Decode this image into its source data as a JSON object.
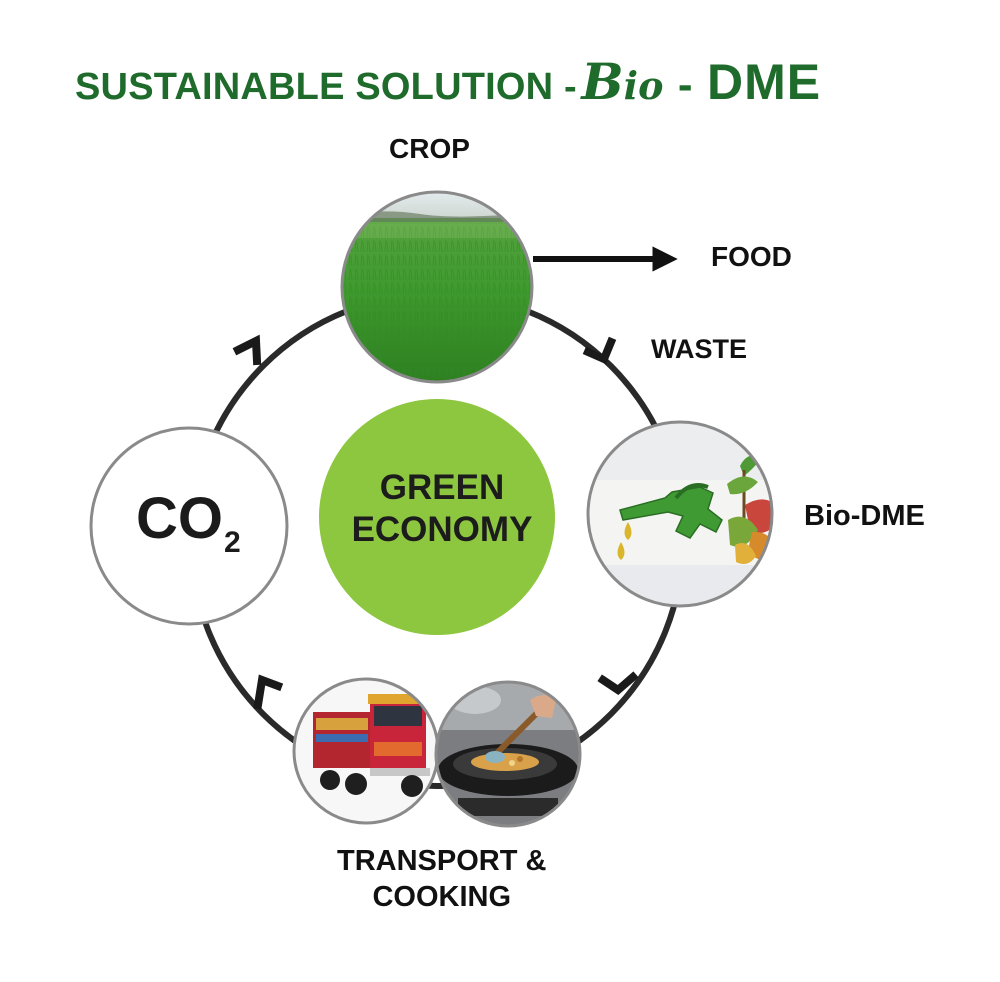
{
  "title": {
    "part1": "SUSTAINABLE SOLUTION -",
    "bio_b": "B",
    "bio_rest": "io",
    "sep": "-",
    "dme": "DME"
  },
  "center": {
    "line1": "GREEN",
    "line2": "ECONOMY"
  },
  "co2": {
    "main": "CO",
    "sub": "2"
  },
  "labels": {
    "crop": "CROP",
    "food": "FOOD",
    "waste": "WASTE",
    "bio_dme": "Bio-DME",
    "transport_line1": "TRANSPORT &",
    "transport_line2": "COOKING"
  },
  "colors": {
    "title_green": "#1f6b2c",
    "center_green": "#8dc63f",
    "ring": "#2a2a2a",
    "node_border": "#8a8a8a"
  },
  "icons": [
    "rice-field-image",
    "fuel-nozzle-leaves-image",
    "truck-image",
    "cooking-pan-image"
  ]
}
